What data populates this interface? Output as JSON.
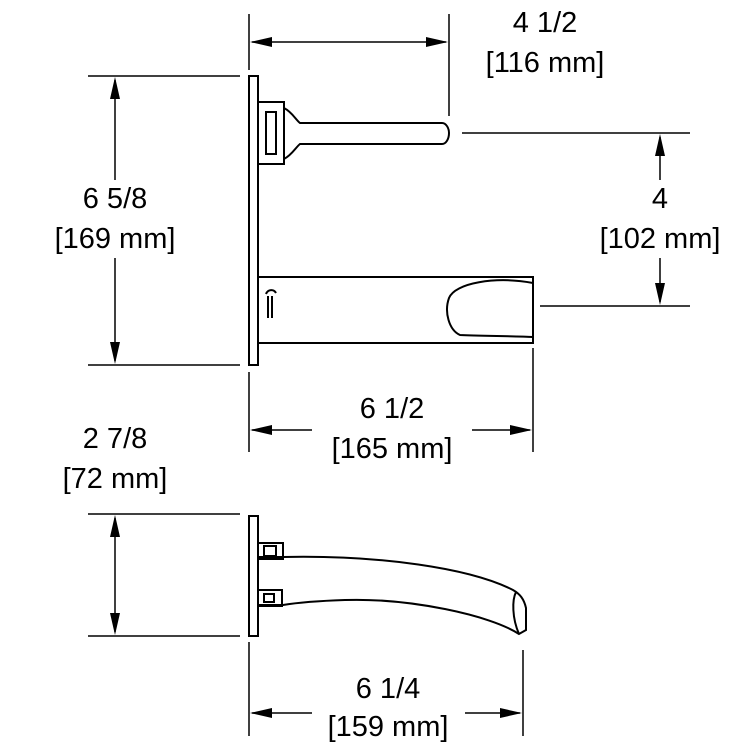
{
  "colors": {
    "line": "#000000",
    "background": "#ffffff"
  },
  "dimensions": {
    "top_width": {
      "fraction": "4 1/2",
      "metric": "[116 mm]"
    },
    "overall_height": {
      "fraction": "6 5/8",
      "metric": "[169 mm]"
    },
    "handle_to_spout": {
      "fraction": "4",
      "metric": "[102 mm]"
    },
    "spout_length": {
      "fraction": "6 1/2",
      "metric": "[165 mm]"
    },
    "side_height": {
      "fraction": "2 7/8",
      "metric": "[72 mm]"
    },
    "side_length": {
      "fraction": "6 1/4",
      "metric": "[159 mm]"
    }
  }
}
